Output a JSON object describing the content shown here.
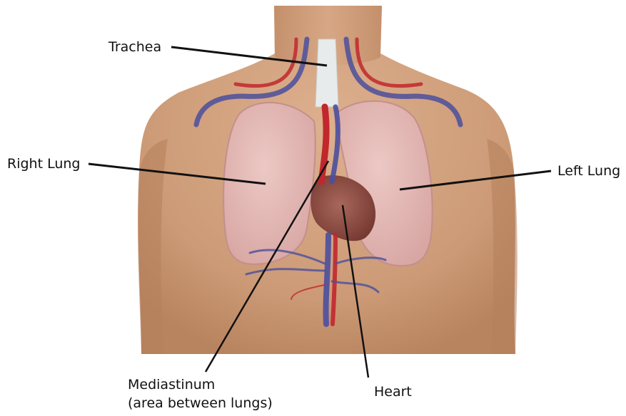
{
  "labels": {
    "trachea": "Trachea",
    "right_lung": "Right Lung",
    "left_lung": "Left Lung",
    "mediastinum": "Mediastinum",
    "mediastinum_note": "(area between lungs)",
    "heart": "Heart"
  },
  "colors": {
    "skin": "#d2a17e",
    "skin_shadow": "#b9835e",
    "lung": "#e2b7b3",
    "lung_edge": "#c48f8c",
    "heart": "#8e4f46",
    "artery": "#c1272d",
    "vein": "#4b4f9e",
    "trachea": "#e7ebeb",
    "leader_line": "#111111",
    "text": "#111111"
  }
}
